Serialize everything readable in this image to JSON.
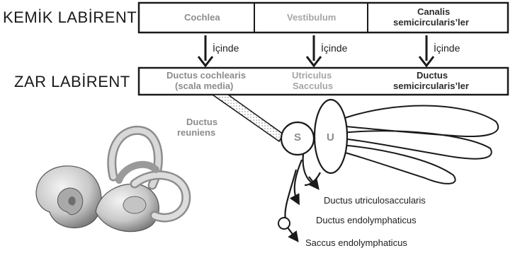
{
  "rows": {
    "bony": "KEMİK LABİRENT",
    "membranous": "ZAR LABİRENT"
  },
  "bony_boxes": {
    "cochlea": "Cochlea",
    "vestibulum": "Vestibulum",
    "canalis_line1": "Canalis",
    "canalis_line2": "semicircularis’ler"
  },
  "membranous_boxes": {
    "ductus_cochlearis_line1": "Ductus cochlearis",
    "ductus_cochlearis_line2": "(scala media)",
    "utriculus": "Utriculus",
    "sacculus": "Sacculus",
    "ductus_semi_line1": "Ductus",
    "ductus_semi_line2": "semicircularis’ler"
  },
  "arrow_label": "İçinde",
  "labels": {
    "reuniens_line1": "Ductus",
    "reuniens_line2": "reuniens",
    "sacculus_letter": "S",
    "utriculus_letter": "U",
    "utriculosaccularis": "Ductus utriculosaccularis",
    "endolymphaticus": "Ductus endolymphaticus",
    "saccus": "Saccus endolymphaticus"
  },
  "colors": {
    "line": "#1a1a1a",
    "gray_text": "#8c8c8c",
    "light_gray_text": "#a6a6a6"
  }
}
